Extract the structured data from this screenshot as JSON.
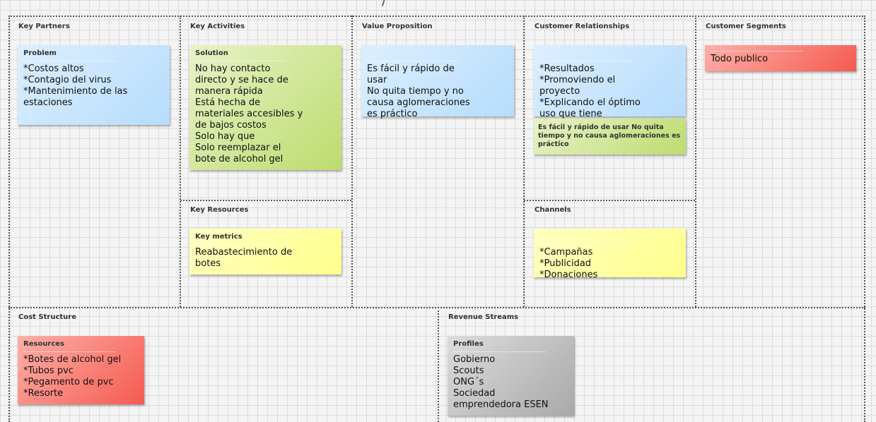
{
  "sections": {
    "key_partners": "Key Partners",
    "key_activities": "Key Activities",
    "value_proposition": "Value Proposition",
    "customer_relationships": "Customer Relationships",
    "customer_segments": "Customer Segments",
    "key_resources": "Key Resources",
    "channels": "Channels",
    "cost_structure": "Cost Structure",
    "revenue_streams": "Revenue Streams"
  },
  "notes": {
    "problem": {
      "title": "Problem",
      "body": "*Costos altos\n*Contagio del virus\n*Mantenimiento de las\nestaciones",
      "color": "#b6dcfb"
    },
    "solution": {
      "title": "Solution",
      "body": "No hay contacto\ndirecto y se hace de\nmanera rápida\nEstá hecha de\nmateriales accesibles y\nde bajos costos\nSolo hay que\nSolo reemplazar el\nbote de alcohol gel",
      "color": "#bcdc6e"
    },
    "value": {
      "title": "",
      "body": "Es fácil y rápido de\nusar\nNo quita tiempo y no\ncausa aglomeraciones\nes práctico",
      "color": "#b6dcfb"
    },
    "relationships": {
      "title": "",
      "body": "*Resultados\n*Promoviendo el\nproyecto\n*Explicando el óptimo\nuso que tiene",
      "color": "#b6dcfb"
    },
    "relationships_green": {
      "body": "Es fácil y rápido de usar No quita\ntiempo y no causa aglomeraciones es\npráctico",
      "color": "#bcdc6e"
    },
    "segments": {
      "title": "",
      "body": "Todo publico",
      "color": "#f45a50"
    },
    "key_metrics": {
      "title": "Key metrics",
      "body": "Reabastecimiento de\nbotes",
      "color": "#ffff8c"
    },
    "channels": {
      "title": "",
      "body": "*Campañas\n*Publicidad\n*Donaciones",
      "color": "#ffff8c"
    },
    "resources": {
      "title": "Resources",
      "body": "*Botes de alcohol gel\n*Tubos pvc\n*Pegamento de pvc\n*Resorte",
      "color": "#f45a50"
    },
    "profiles": {
      "title": "Profiles",
      "body": "Gobierno\nScouts\nONG´s\nSociedad\nemprendedora ESEN",
      "color": "#a9a9a9"
    }
  }
}
